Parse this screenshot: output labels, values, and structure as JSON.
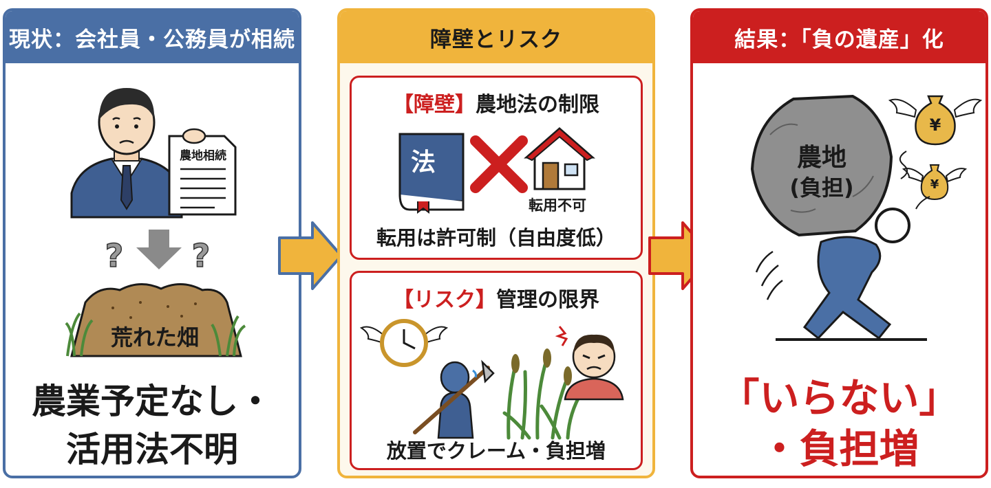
{
  "panels": {
    "current": {
      "title": "現状：会社員・公務員が相続",
      "document_label": "農地相続",
      "field_label": "荒れた畑",
      "summary_line1": "農業予定なし・",
      "summary_line2": "活用法不明"
    },
    "barriers": {
      "title": "障壁とリスク",
      "barrier_tag": "【障壁】",
      "barrier_title": "農地法の制限",
      "law_book_label": "法",
      "no_conversion_label": "転用不可",
      "barrier_caption": "転用は許可制（自由度低）",
      "risk_tag": "【リスク】",
      "risk_title": "管理の限界",
      "risk_caption": "放置でクレーム・負担増"
    },
    "result": {
      "title": "結果：「負の遺産」化",
      "boulder_line1": "農地",
      "boulder_line2": "(負担)",
      "conclusion_line1": "「いらない」",
      "conclusion_line2": "・負担増",
      "yen_symbol": "¥"
    }
  },
  "colors": {
    "blue": "#4a6fa5",
    "gold": "#f0b43c",
    "red": "#cc1f1f",
    "soil": "#b08a55"
  }
}
